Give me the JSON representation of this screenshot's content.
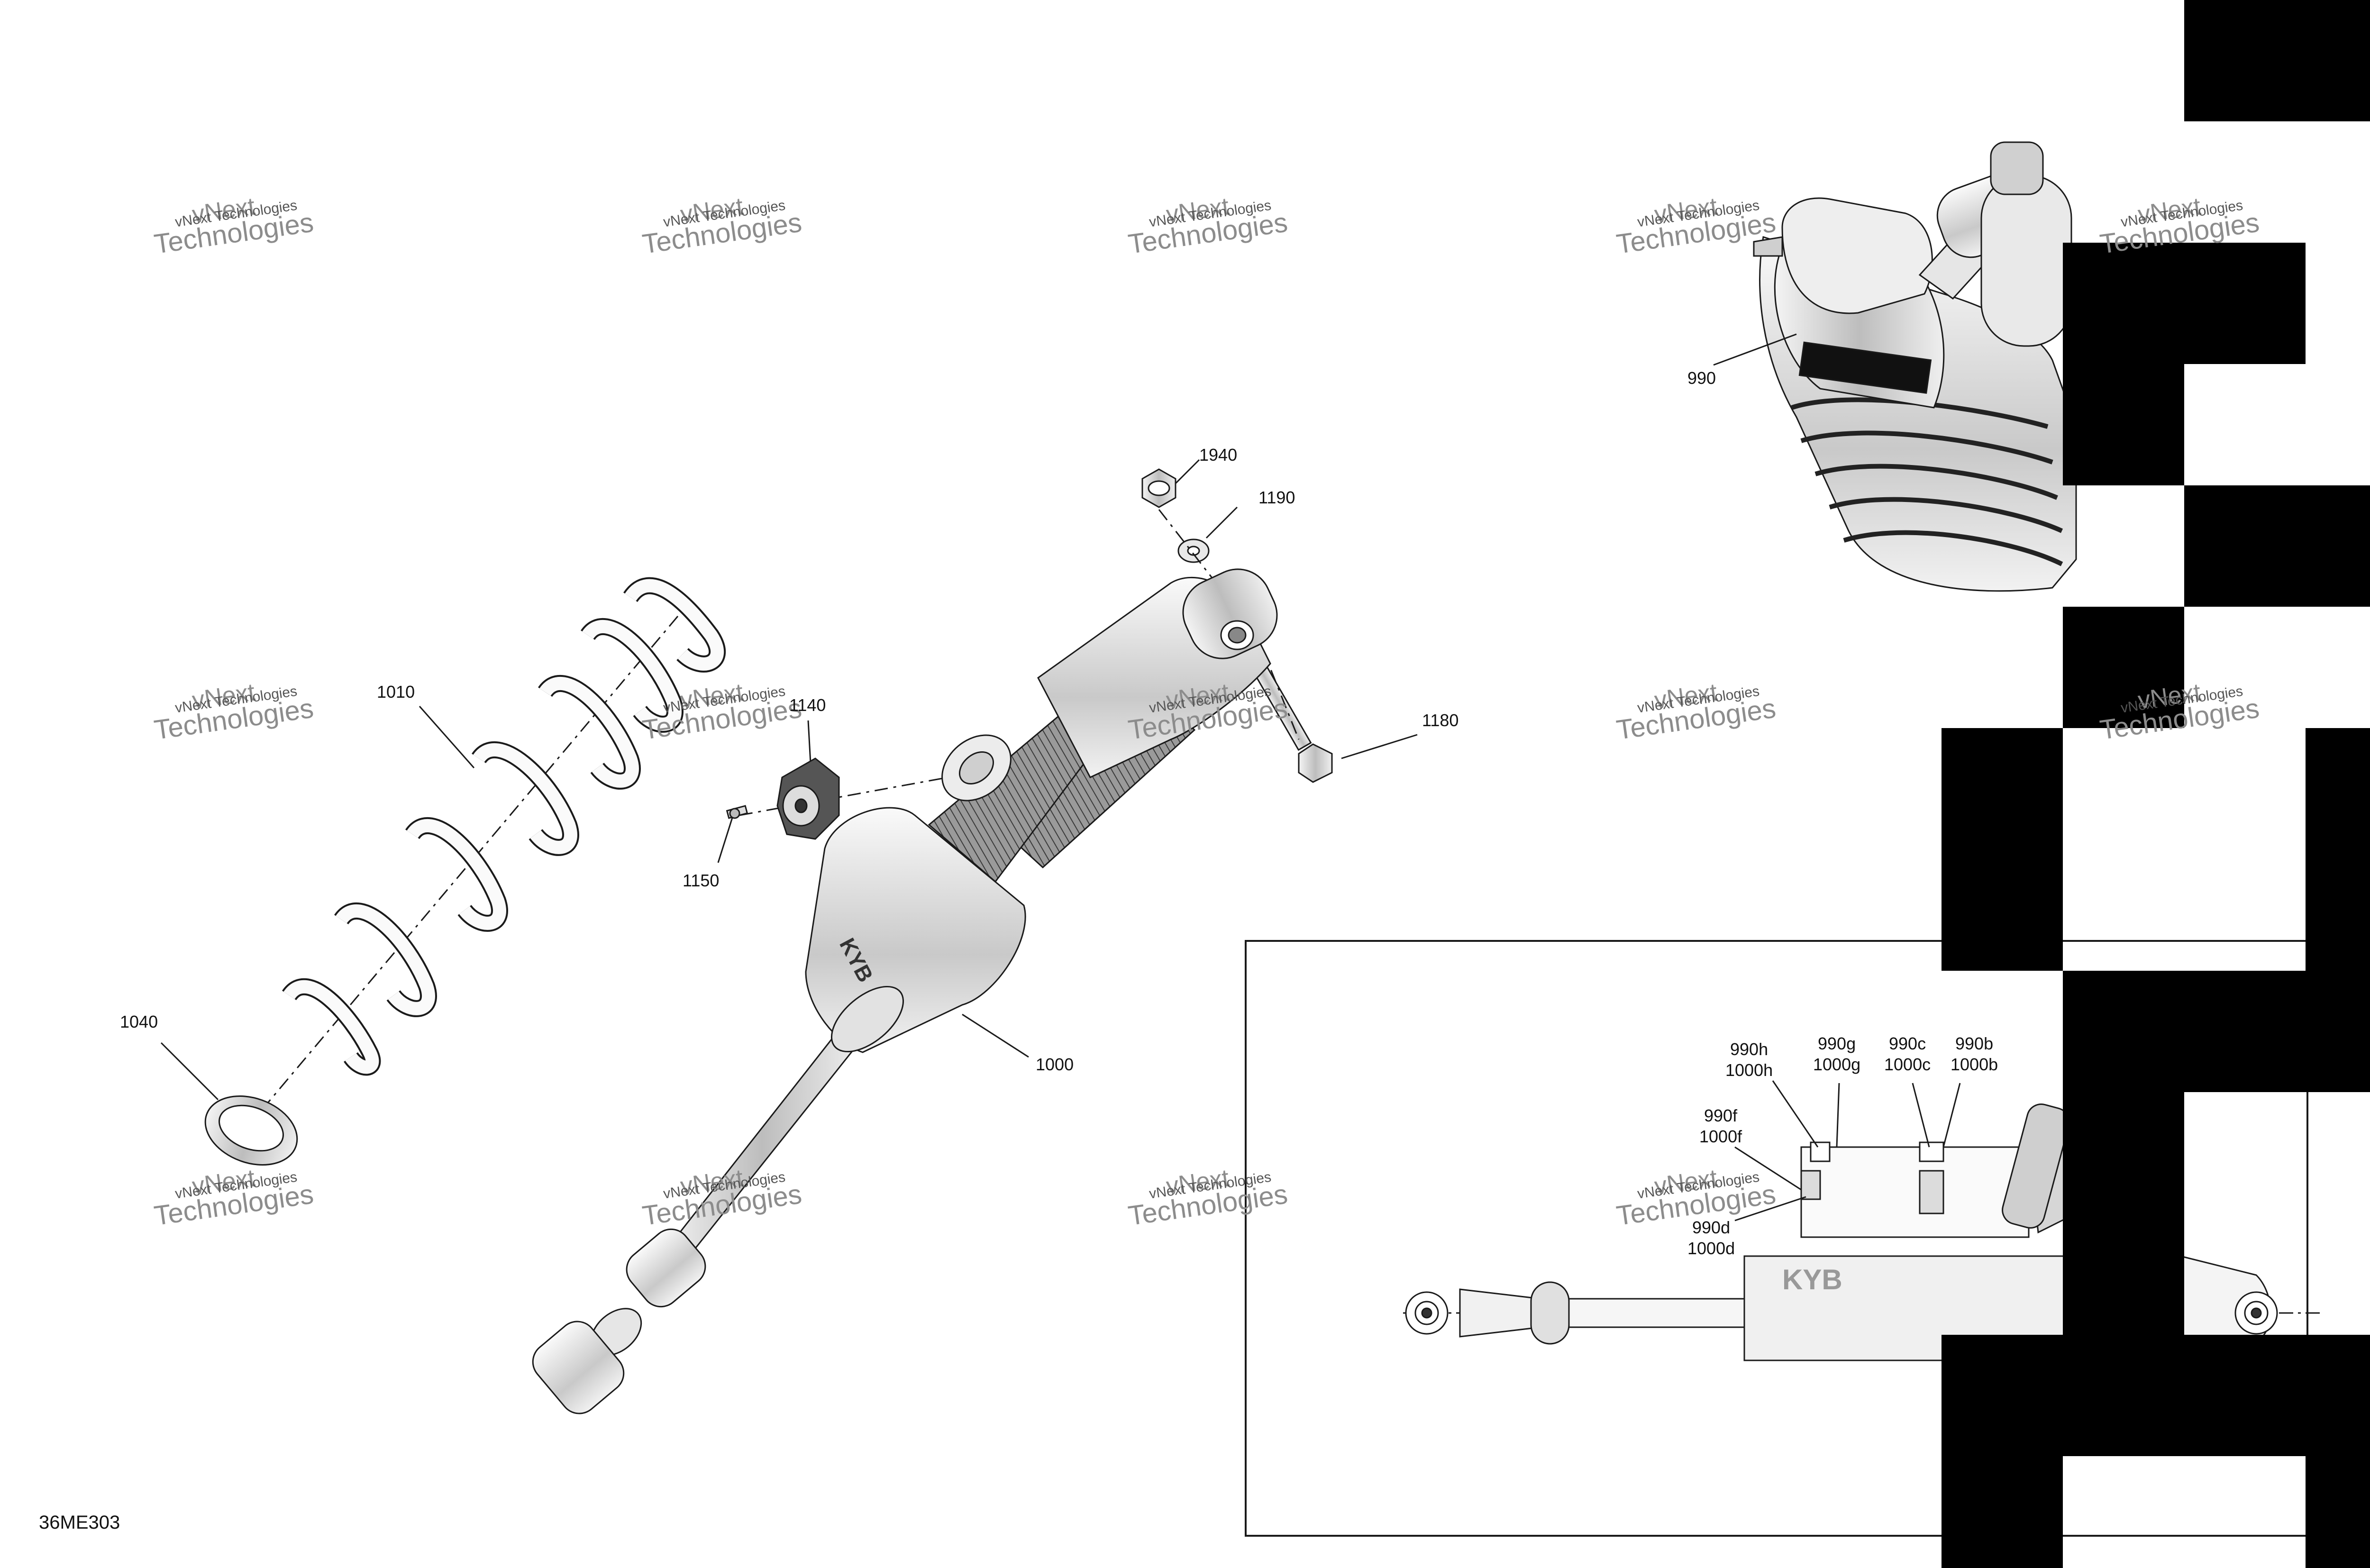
{
  "diagram": {
    "code": "36ME303",
    "watermark": {
      "line1": "vNext",
      "line2": "vNext Technologies",
      "line3": "Technologies"
    },
    "callouts": {
      "p990": "990",
      "p1940": "1940",
      "p1190": "1190",
      "p1180": "1180",
      "p1010": "1010",
      "p1140": "1140",
      "p1150": "1150",
      "p1040": "1040",
      "p1000": "1000"
    },
    "detail_callouts": {
      "h": "990h\n1000h",
      "g": "990g\n1000g",
      "c": "990c\n1000c",
      "b": "990b\n1000b",
      "f": "990f\n1000f",
      "d": "990d\n1000d"
    },
    "colors": {
      "line": "#1a1a1a",
      "shade": "#d9d9d9",
      "mask": "#000000"
    }
  }
}
